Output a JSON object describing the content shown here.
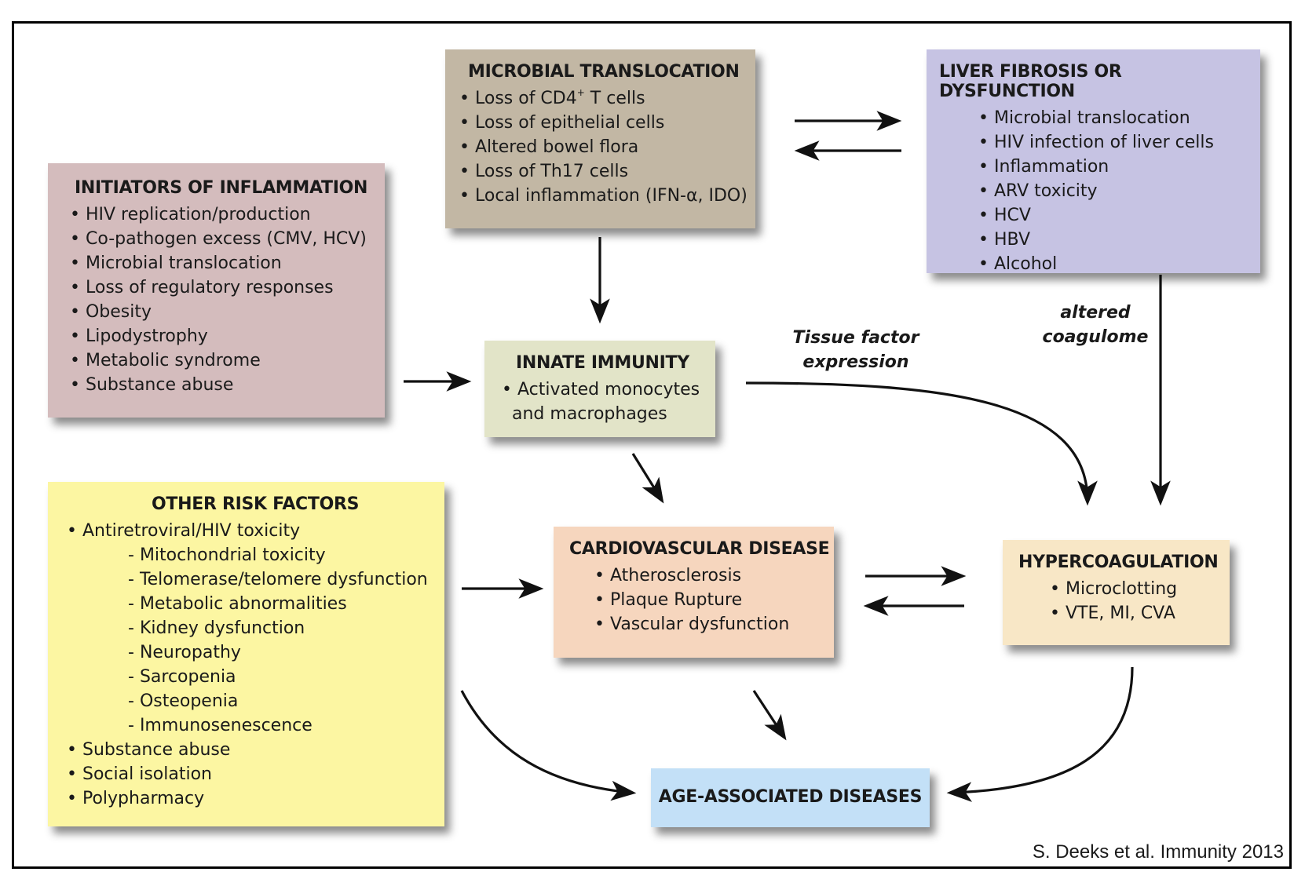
{
  "colors": {
    "microbial": "#c2b7a4",
    "liver": "#c6c3e3",
    "initiators": "#d4bcbd",
    "innate": "#e2e4c8",
    "other": "#fcf6a2",
    "cardio": "#f6d6be",
    "hyper": "#f8e7c6",
    "age": "#c3e0f7"
  },
  "boxes": {
    "microbial": {
      "title": "MICROBIAL TRANSLOCATION",
      "items": [
        "Loss of CD4",
        "Loss of epithelial cells",
        "Altered bowel flora",
        "Loss of Th17 cells",
        "Local inflammation (IFN-α, IDO)"
      ],
      "item0_sup": "+",
      "item0_tail": " T cells"
    },
    "liver": {
      "title": "LIVER FIBROSIS OR DYSFUNCTION",
      "items": [
        "Microbial translocation",
        "HIV infection of liver cells",
        "Inflammation",
        "ARV toxicity",
        "HCV",
        "HBV",
        "Alcohol"
      ]
    },
    "initiators": {
      "title": "INITIATORS OF INFLAMMATION",
      "items": [
        "HIV replication/production",
        "Co-pathogen excess (CMV, HCV)",
        "Microbial translocation",
        "Loss of regulatory responses",
        "Obesity",
        "Lipodystrophy",
        "Metabolic syndrome",
        "Substance abuse"
      ]
    },
    "innate": {
      "title": "INNATE IMMUNITY",
      "items": [
        "Activated monocytes",
        "and macrophages"
      ]
    },
    "other": {
      "title": "OTHER RISK FACTORS",
      "items": [
        "Antiretroviral/HIV toxicity",
        "Mitochondrial toxicity",
        "Telomerase/telomere dysfunction",
        "Metabolic abnormalities",
        "Kidney dysfunction",
        "Neuropathy",
        "Sarcopenia",
        "Osteopenia",
        "Immunosenescence",
        "Substance abuse",
        "Social isolation",
        "Polypharmacy"
      ]
    },
    "cardio": {
      "title": "CARDIOVASCULAR DISEASE",
      "items": [
        "Atherosclerosis",
        "Plaque Rupture",
        "Vascular dysfunction"
      ]
    },
    "hyper": {
      "title": "HYPERCOAGULATION",
      "items": [
        "Microclotting",
        "VTE, MI, CVA"
      ]
    },
    "age": {
      "title": "AGE-ASSOCIATED DISEASES"
    }
  },
  "labels": {
    "tissue_factor": [
      "Tissue factor",
      "expression"
    ],
    "altered_coagulome": [
      "altered",
      "coagulome"
    ]
  },
  "citation": "S. Deeks et al. Immunity 2013"
}
